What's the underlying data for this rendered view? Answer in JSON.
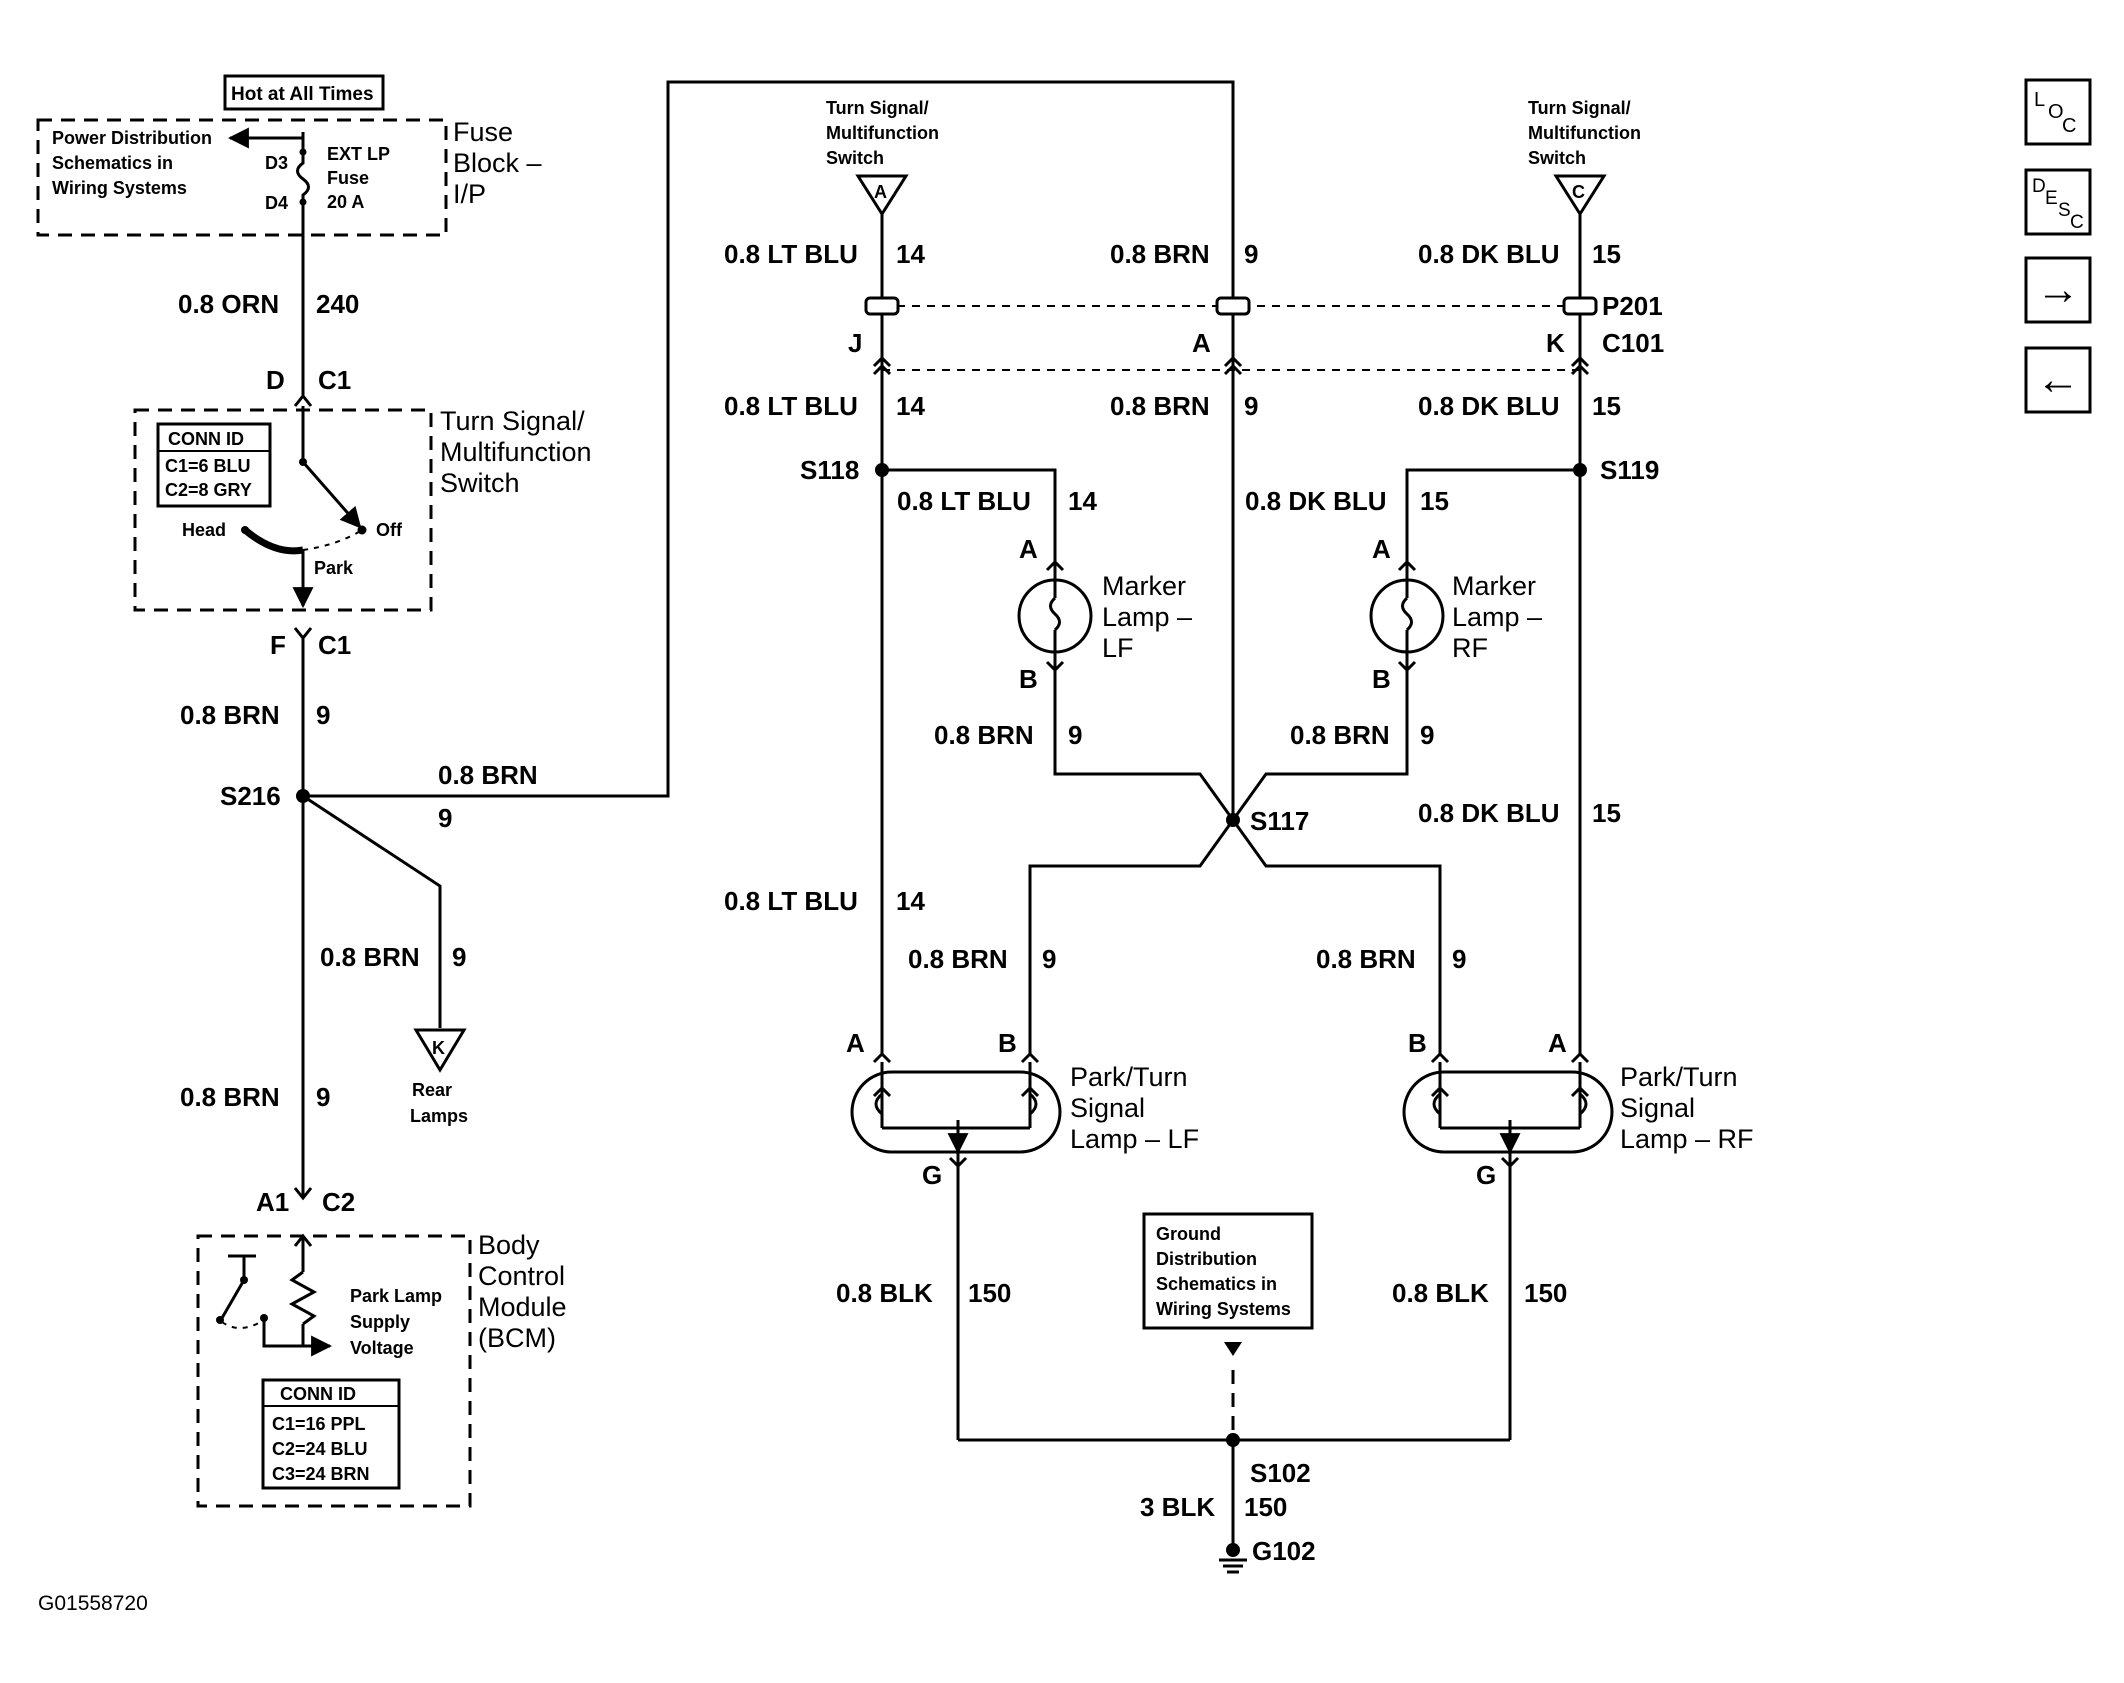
{
  "fuse_block": {
    "hot_label": "Hot at All Times",
    "power_ref": [
      "Power Distribution",
      "Schematics in",
      "Wiring Systems"
    ],
    "pin_d3": "D3",
    "pin_d4": "D4",
    "fuse_label": [
      "EXT LP",
      "Fuse",
      "20 A"
    ],
    "name": [
      "Fuse",
      "Block –",
      "I/P"
    ]
  },
  "wire_240": {
    "gauge": "0.8 ORN",
    "circuit": "240"
  },
  "mf_switch": {
    "conn_top": [
      "D",
      "C1"
    ],
    "conn_bottom": [
      "F",
      "C1"
    ],
    "conn_id_title": "CONN ID",
    "conn_ids": [
      "C1=6 BLU",
      "C2=8 GRY"
    ],
    "positions": {
      "head": "Head",
      "park": "Park",
      "off": "Off"
    },
    "name": [
      "Turn Signal/",
      "Multifunction",
      "Switch"
    ]
  },
  "wire_9_left": {
    "gauge": "0.8 BRN",
    "circuit": "9"
  },
  "splice_s216": "S216",
  "wire_9_top": {
    "gauge": "0.8 BRN",
    "circuit": "9"
  },
  "rear_lamps": {
    "gauge": "0.8 BRN",
    "circuit": "9",
    "pin": "K",
    "label": [
      "Rear",
      "Lamps"
    ]
  },
  "wire_9_bcm": {
    "gauge": "0.8 BRN",
    "circuit": "9"
  },
  "bcm": {
    "conn": [
      "A1",
      "C2"
    ],
    "park_label": [
      "Park Lamp",
      "Supply",
      "Voltage"
    ],
    "conn_id_title": "CONN ID",
    "conn_ids": [
      "C1=16 PPL",
      "C2=24 BLU",
      "C3=24 BRN"
    ],
    "name": [
      "Body",
      "Control",
      "Module",
      "(BCM)"
    ]
  },
  "ts_switch_a": {
    "label": [
      "Turn Signal/",
      "Multifunction",
      "Switch"
    ],
    "pin": "A"
  },
  "ts_switch_c": {
    "label": [
      "Turn Signal/",
      "Multifunction",
      "Switch"
    ],
    "pin": "C"
  },
  "col_lt_blu": {
    "gauge": "0.8 LT BLU",
    "circuit": "14",
    "pin": "J"
  },
  "col_brn": {
    "gauge": "0.8 BRN",
    "circuit": "9",
    "pin": "A"
  },
  "col_dk_blu": {
    "gauge": "0.8 DK BLU",
    "circuit": "15",
    "pin": "K"
  },
  "p201": "P201",
  "c101": "C101",
  "splice_s118": "S118",
  "splice_s119": "S119",
  "splice_s117": "S117",
  "marker_lf": {
    "gauge": "0.8 LT BLU",
    "circuit": "14",
    "pin_a": "A",
    "pin_b": "B",
    "out_gauge": "0.8 BRN",
    "out_circuit": "9",
    "name": [
      "Marker",
      "Lamp –",
      "LF"
    ]
  },
  "marker_rf": {
    "gauge": "0.8 DK BLU",
    "circuit": "15",
    "pin_a": "A",
    "pin_b": "B",
    "out_gauge": "0.8 BRN",
    "out_circuit": "9",
    "name": [
      "Marker",
      "Lamp –",
      "RF"
    ]
  },
  "wire_15_lower": {
    "gauge": "0.8 DK BLU",
    "circuit": "15"
  },
  "wire_14_lower": {
    "gauge": "0.8 LT BLU",
    "circuit": "14"
  },
  "wire_9_lf": {
    "gauge": "0.8 BRN",
    "circuit": "9"
  },
  "wire_9_rf": {
    "gauge": "0.8 BRN",
    "circuit": "9"
  },
  "park_lf": {
    "pin_a": "A",
    "pin_b": "B",
    "pin_g": "G",
    "name": [
      "Park/Turn",
      "Signal",
      "Lamp – LF"
    ]
  },
  "park_rf": {
    "pin_a": "A",
    "pin_b": "B",
    "pin_g": "G",
    "name": [
      "Park/Turn",
      "Signal",
      "Lamp – RF"
    ]
  },
  "ground_ref": [
    "Ground",
    "Distribution",
    "Schematics in",
    "Wiring Systems"
  ],
  "gnd_lf": {
    "gauge": "0.8 BLK",
    "circuit": "150"
  },
  "gnd_rf": {
    "gauge": "0.8 BLK",
    "circuit": "150"
  },
  "splice_s102": "S102",
  "gnd_main": {
    "gauge": "3 BLK",
    "circuit": "150"
  },
  "g102": "G102",
  "figure_id": "G01558720",
  "nav": {
    "loc": [
      "L",
      "O",
      "C"
    ],
    "desc": [
      "D",
      "E",
      "S",
      "C"
    ],
    "next": "→",
    "prev": "←"
  }
}
